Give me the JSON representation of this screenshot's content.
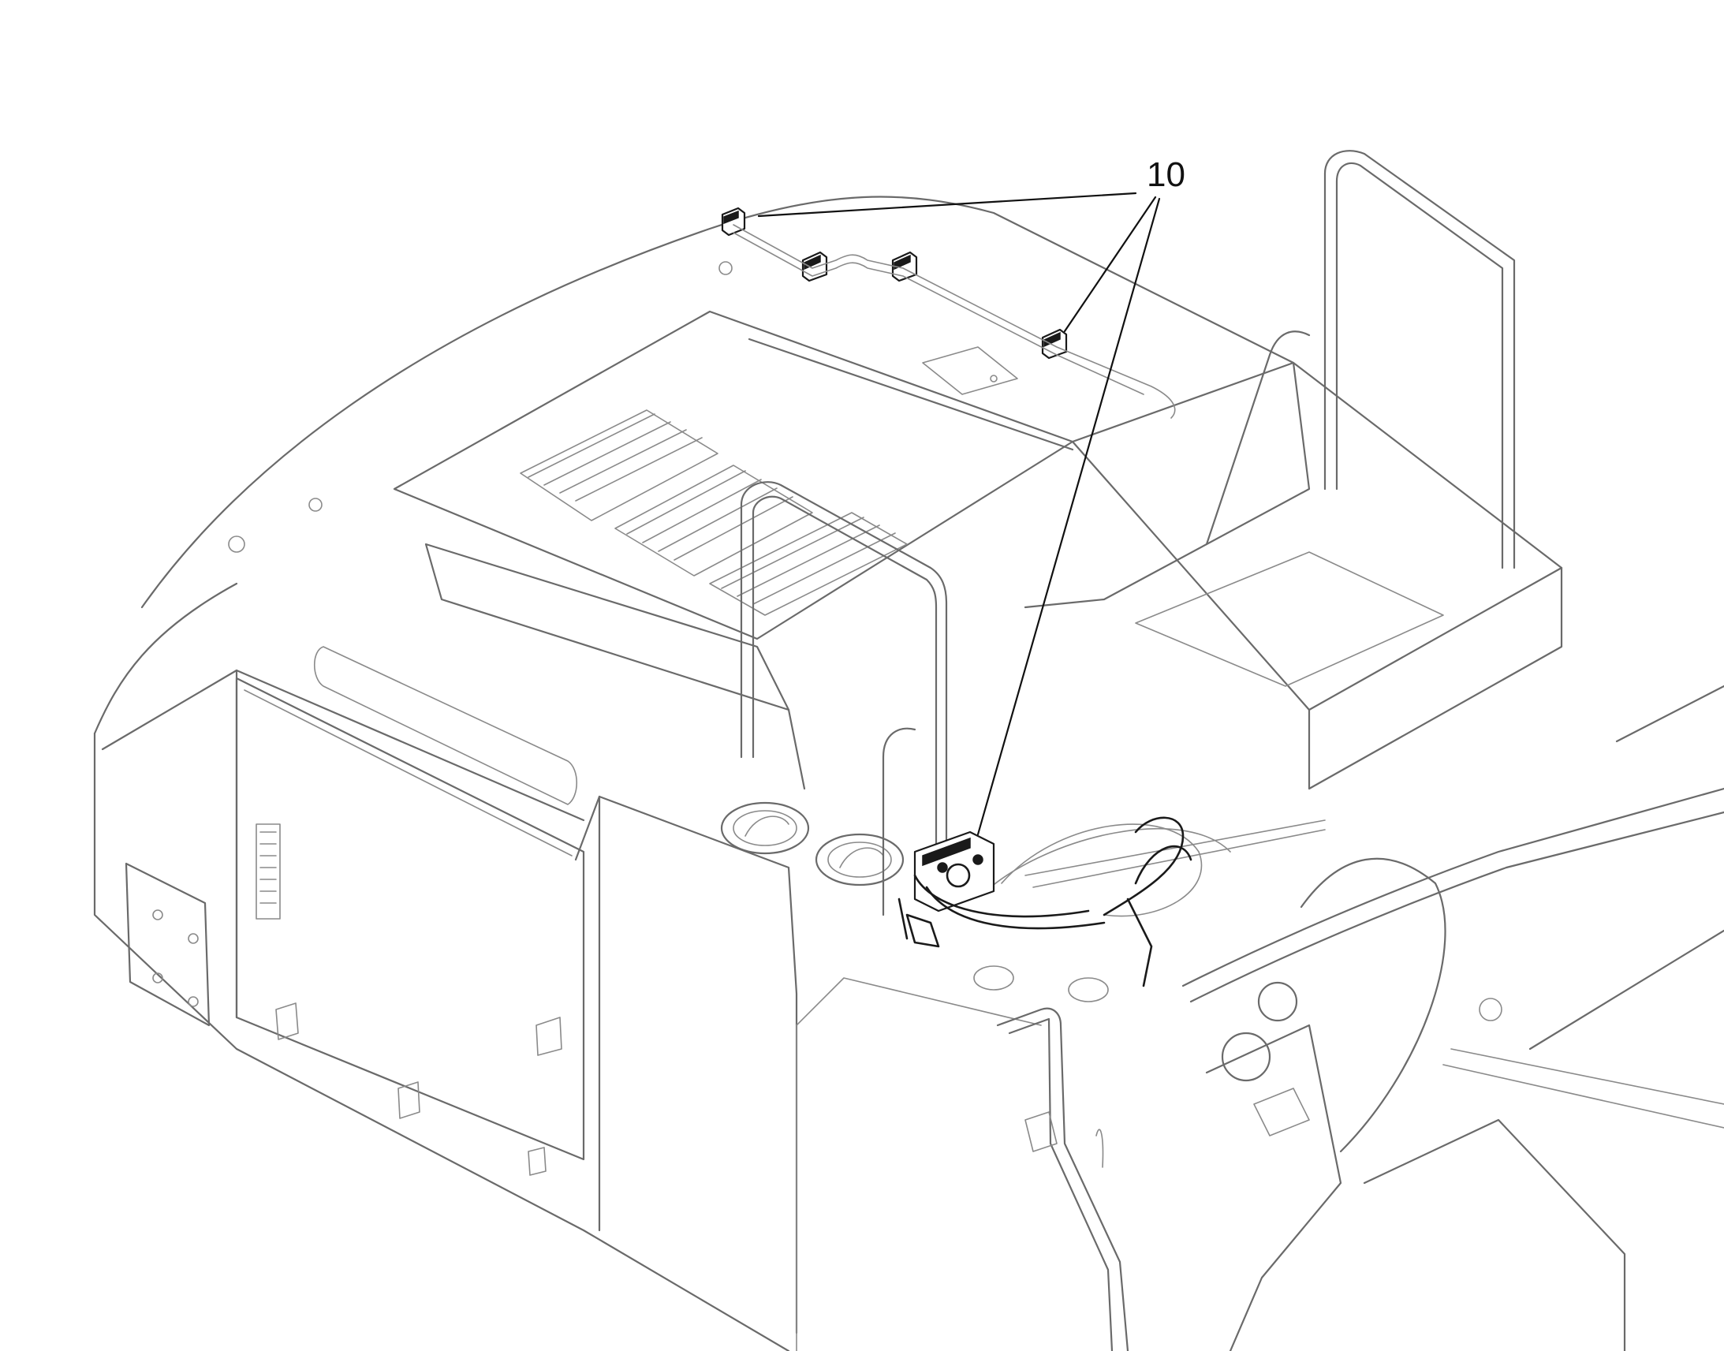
{
  "diagram": {
    "callouts": [
      {
        "id": "callout-10",
        "label": "10",
        "part": "clamp"
      }
    ],
    "colors": {
      "outline": "#6a6a6a",
      "highlight": "#1a1a1a",
      "background": "#ffffff"
    }
  }
}
